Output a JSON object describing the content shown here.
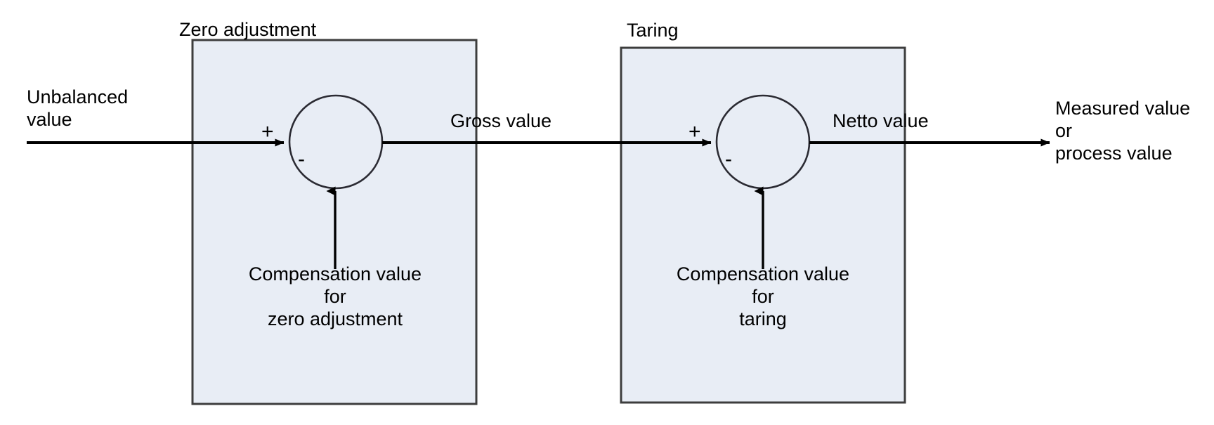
{
  "diagram": {
    "type": "block-flow-diagram",
    "title_visible": false,
    "colors": {
      "block_fill": "#e8edf5",
      "block_stroke": "#3d3d3d",
      "line": "#000000",
      "text": "#000000",
      "background": "#ffffff"
    },
    "inputs": [
      {
        "id": "unbalanced",
        "label": "Unbalanced\nvalue"
      }
    ],
    "blocks": [
      {
        "id": "zero-adjustment",
        "title": "Zero adjustment",
        "summing_junction": {
          "plus_sign": "+",
          "minus_sign": "-"
        },
        "compensation_label": "Compensation value\nfor\nzero adjustment",
        "compensation_lines": [
          "Compensation value",
          "for",
          "zero adjustment"
        ]
      },
      {
        "id": "taring",
        "title": "Taring",
        "summing_junction": {
          "plus_sign": "+",
          "minus_sign": "-"
        },
        "compensation_label": "Compensation value\nfor\ntaring",
        "compensation_lines": [
          "Compensation value",
          "for",
          "taring"
        ]
      }
    ],
    "signals": [
      {
        "id": "gross",
        "label": "Gross value"
      },
      {
        "id": "netto",
        "label": "Netto value"
      }
    ],
    "outputs": [
      {
        "id": "measured",
        "label": "Measured value\nor\nprocess value",
        "lines": [
          "Measured value",
          "or",
          "process value"
        ]
      }
    ]
  }
}
